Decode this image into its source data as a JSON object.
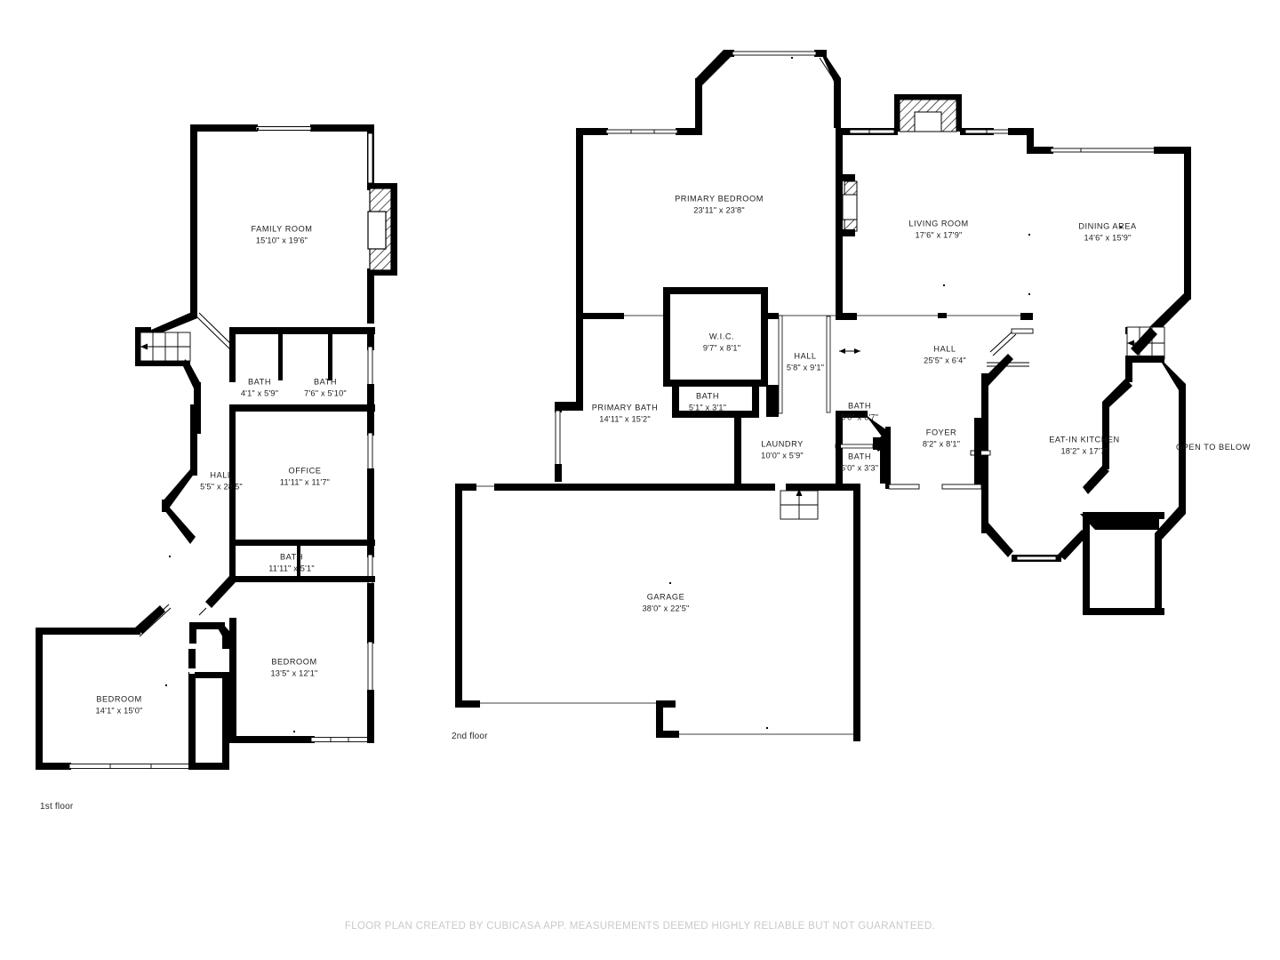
{
  "document": {
    "type": "floor-plan",
    "footer_note": "FLOOR PLAN CREATED BY CUBICASA APP. MEASUREMENTS DEEMED HIGHLY RELIABLE BUT NOT GUARANTEED.",
    "background_color": "#ffffff",
    "wall_color": "#000000",
    "text_color": "#1c1c1c",
    "footer_color": "#c9c9c9"
  },
  "floors": [
    {
      "id": "first-floor",
      "caption": "1st floor",
      "rooms": [
        {
          "id": "family-room",
          "name": "FAMILY ROOM",
          "dimensions": "15'10\" x 19'6\""
        },
        {
          "id": "bath-1",
          "name": "BATH",
          "dimensions": "4'1\" x 5'9\""
        },
        {
          "id": "bath-2",
          "name": "BATH",
          "dimensions": "7'6\" x 5'10\""
        },
        {
          "id": "hall-1",
          "name": "HALL",
          "dimensions": "5'5\" x 28'5\""
        },
        {
          "id": "office",
          "name": "OFFICE",
          "dimensions": "11'11\" x 11'7\""
        },
        {
          "id": "bath-3",
          "name": "BATH",
          "dimensions": "11'11\" x 5'1\""
        },
        {
          "id": "bedroom-1",
          "name": "BEDROOM",
          "dimensions": "13'5\" x 12'1\""
        },
        {
          "id": "bedroom-2",
          "name": "BEDROOM",
          "dimensions": "14'1\" x 15'0\""
        }
      ]
    },
    {
      "id": "second-floor",
      "caption": "2nd floor",
      "rooms": [
        {
          "id": "primary-bedroom",
          "name": "PRIMARY BEDROOM",
          "dimensions": "23'11\" x 23'8\""
        },
        {
          "id": "living-room",
          "name": "LIVING ROOM",
          "dimensions": "17'6\" x 17'9\""
        },
        {
          "id": "dining-area",
          "name": "DINING AREA",
          "dimensions": "14'6\" x 15'9\""
        },
        {
          "id": "wic",
          "name": "W.I.C.",
          "dimensions": "9'7\" x 8'1\""
        },
        {
          "id": "hall-2",
          "name": "HALL",
          "dimensions": "5'8\" x 9'1\""
        },
        {
          "id": "hall-3",
          "name": "HALL",
          "dimensions": "25'5\" x 6'4\""
        },
        {
          "id": "primary-bath",
          "name": "PRIMARY BATH",
          "dimensions": "14'11\" x 15'2\""
        },
        {
          "id": "bath-4",
          "name": "BATH",
          "dimensions": "5'1\" x 3'1\""
        },
        {
          "id": "bath-5",
          "name": "BATH",
          "dimensions": "5'0\" x 6'7\""
        },
        {
          "id": "bath-6",
          "name": "BATH",
          "dimensions": "5'0\" x 3'3\""
        },
        {
          "id": "laundry",
          "name": "LAUNDRY",
          "dimensions": "10'0\" x 5'9\""
        },
        {
          "id": "foyer",
          "name": "FOYER",
          "dimensions": "8'2\" x 8'1\""
        },
        {
          "id": "eat-in-kitchen",
          "name": "EAT-IN KITCHEN",
          "dimensions": "18'2\" x 17'7\""
        },
        {
          "id": "garage",
          "name": "GARAGE",
          "dimensions": "38'0\" x 22'5\""
        }
      ],
      "annotations": [
        {
          "id": "open-to-below",
          "text": "OPEN TO BELOW"
        }
      ]
    }
  ]
}
